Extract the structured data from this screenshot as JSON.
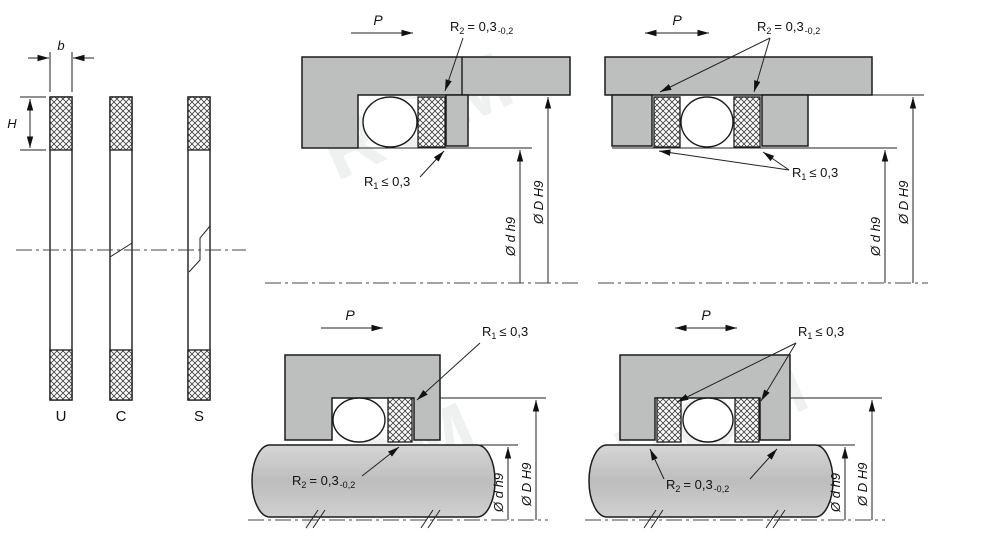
{
  "watermark": {
    "text": "ROM"
  },
  "profiles": {
    "dim_b": "b",
    "dim_h": "H",
    "label_u": "U",
    "label_c": "C",
    "label_s": "S"
  },
  "labels": {
    "pressure": "P",
    "r1_sym": "R",
    "r1_sub": "1",
    "r1_val": "≤ 0,3",
    "r2_sym": "R",
    "r2_sub": "2",
    "r2_val": "= 0,3",
    "r2_tol": "-0,2",
    "dim_d": "Ø d h9",
    "dim_D": "Ø D H9"
  }
}
